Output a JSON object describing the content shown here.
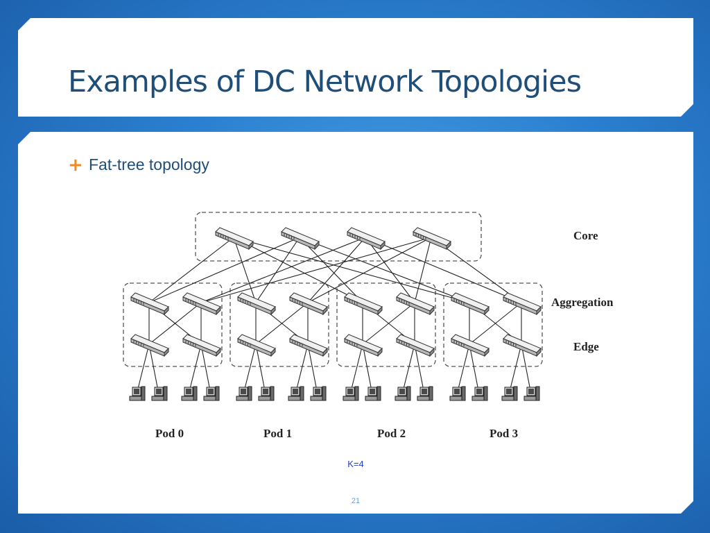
{
  "slide": {
    "title": "Examples of DC Network Topologies",
    "bullet": "Fat-tree topology",
    "k_label": "K=4",
    "page_number": "21"
  },
  "diagram": {
    "layers": {
      "core": "Core",
      "aggregation": "Aggregation",
      "edge": "Edge"
    },
    "pods": [
      "Pod 0",
      "Pod 1",
      "Pod 2",
      "Pod 3"
    ]
  },
  "colors": {
    "title": "#1f4e79",
    "bullet_icon": "#f28a1e",
    "k_label": "#1f3fbf"
  }
}
